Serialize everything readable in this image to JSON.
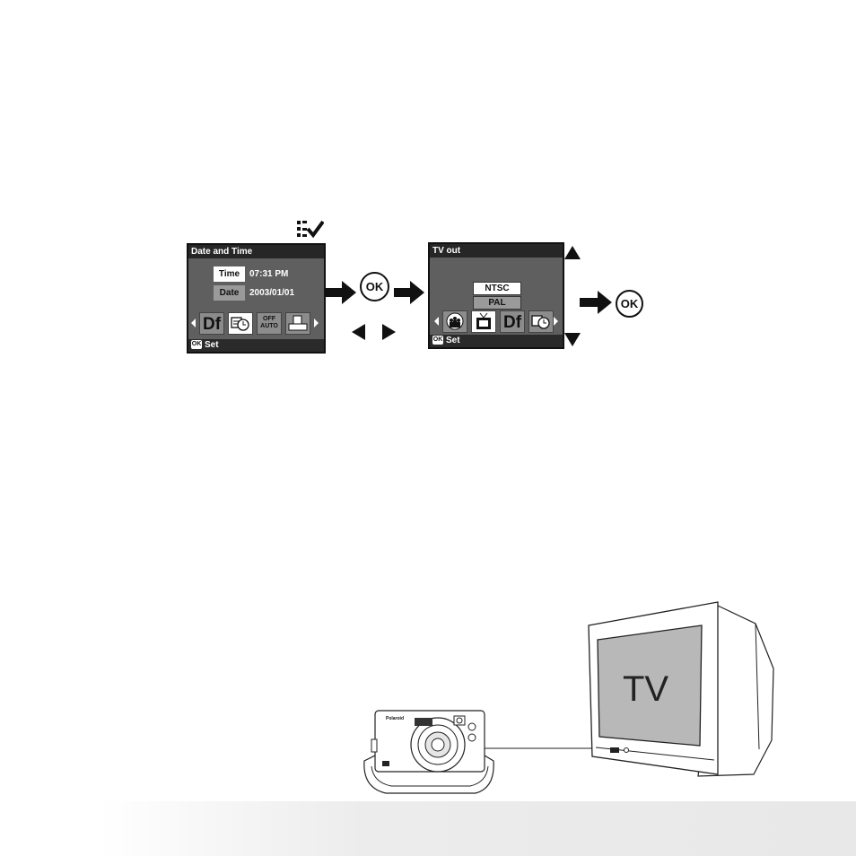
{
  "screen1": {
    "title": "Date and Time",
    "time_label": "Time",
    "time_value": "07:31 PM",
    "date_label": "Date",
    "date_value": "2003/01/01",
    "icons": [
      "df-icon",
      "date-time-icon",
      "power-off-auto-icon",
      "print-icon"
    ],
    "df_text": "Df",
    "off_text": "OFF",
    "auto_text": "AUTO",
    "ok_text": "OK",
    "footer": "Set"
  },
  "screen2": {
    "title": "TV out",
    "options": [
      "NTSC",
      "PAL"
    ],
    "icons": [
      "people-icon",
      "tv-icon",
      "df-icon",
      "date-time-icon"
    ],
    "df_text": "Df",
    "ok_text": "OK",
    "footer": "Set"
  },
  "ok_button_text": "OK",
  "tv_label": "TV",
  "camera_brand": "Polaroid"
}
